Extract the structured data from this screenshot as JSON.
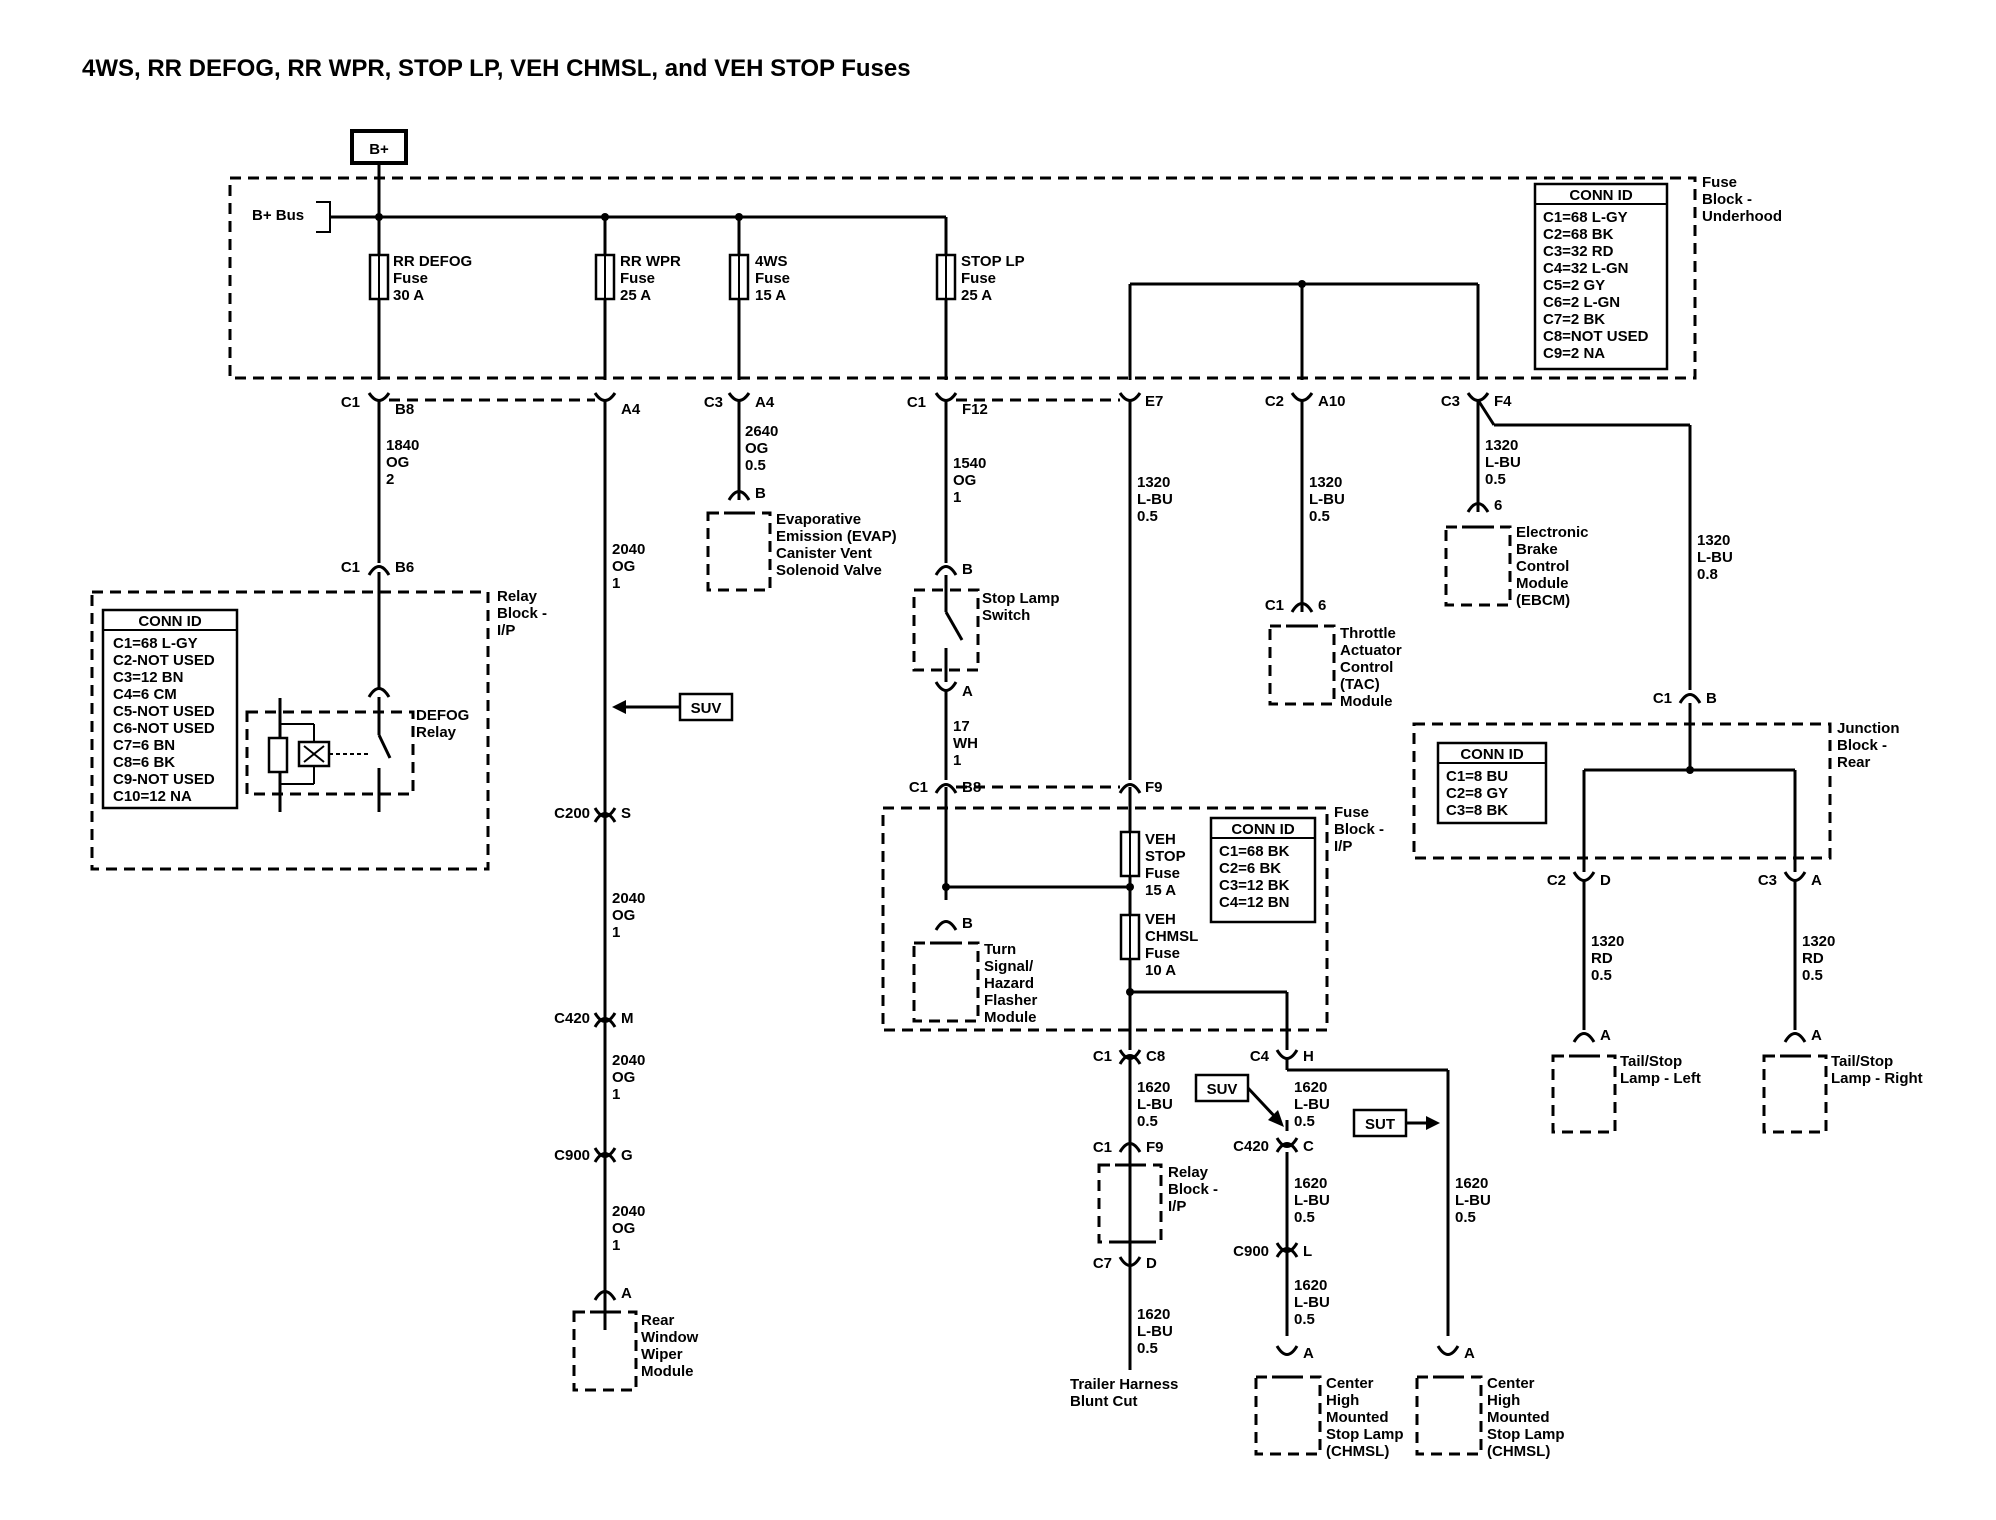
{
  "title": "4WS, RR DEFOG, RR WPR, STOP LP, VEH CHMSL, and VEH STOP Fuses",
  "bplus": "B+",
  "bplus_bus": "B+ Bus",
  "fuse_block_underhood": {
    "label": [
      "Fuse",
      "Block -",
      "Underhood"
    ],
    "conn_id_title": "CONN ID",
    "conn_ids": [
      "C1=68 L-GY",
      "C2=68 BK",
      "C3=32 RD",
      "C4=32 L-GN",
      "C5=2 GY",
      "C6=2 L-GN",
      "C7=2 BK",
      "C8=NOT USED",
      "C9=2 NA"
    ],
    "fuses": [
      {
        "lines": [
          "RR DEFOG",
          "Fuse",
          "30 A"
        ]
      },
      {
        "lines": [
          "RR WPR",
          "Fuse",
          "25 A"
        ]
      },
      {
        "lines": [
          "4WS",
          "Fuse",
          "15 A"
        ]
      },
      {
        "lines": [
          "STOP LP",
          "Fuse",
          "25 A"
        ]
      }
    ]
  },
  "relay_block_ip": {
    "label": [
      "Relay",
      "Block -",
      "I/P"
    ],
    "conn_id_title": "CONN ID",
    "conn_ids": [
      "C1=68 L-GY",
      "C2-NOT USED",
      "C3=12 BN",
      "C4=6 CM",
      "C5-NOT USED",
      "C6-NOT USED",
      "C7=6 BN",
      "C8=6 BK",
      "C9-NOT USED",
      "C10=12 NA"
    ],
    "relay": [
      "DEFOG",
      "Relay"
    ]
  },
  "fuse_block_ip": {
    "label": [
      "Fuse",
      "Block -",
      "I/P"
    ],
    "conn_id_title": "CONN ID",
    "conn_ids": [
      "C1=68 BK",
      "C2=6 BK",
      "C3=12 BK",
      "C4=12 BN"
    ],
    "fuse_stop": [
      "VEH",
      "STOP",
      "Fuse",
      "15 A"
    ],
    "fuse_chmsl": [
      "VEH",
      "CHMSL",
      "Fuse",
      "10 A"
    ]
  },
  "junction_block_rear": {
    "label": [
      "Junction",
      "Block -",
      "Rear"
    ],
    "conn_id_title": "CONN ID",
    "conn_ids": [
      "C1=8 BU",
      "C2=8 GY",
      "C3=8 BK"
    ]
  },
  "connectors": {
    "c1_b8": [
      "C1",
      "B8"
    ],
    "a4": "A4",
    "c3_a4": [
      "C3",
      "A4"
    ],
    "c1_f12": [
      "C1",
      "F12"
    ],
    "e7": "E7",
    "c2_a10": [
      "C2",
      "A10"
    ],
    "c3_f4": [
      "C3",
      "F4"
    ],
    "c1_b6": [
      "C1",
      "B6"
    ],
    "evap_b": "B",
    "stop_b": "B",
    "stop_a": "A",
    "c1_b8_ip": [
      "C1",
      "B8"
    ],
    "f9": "F9",
    "tac": [
      "C1",
      "6"
    ],
    "ebcm": "6",
    "c1_b_jb": [
      "C1",
      "B"
    ],
    "c200": [
      "C200",
      "S"
    ],
    "c420_m": [
      "C420",
      "M"
    ],
    "c900_g": [
      "C900",
      "G"
    ],
    "wiper_a": "A",
    "turn_b": "B",
    "c1_c8": [
      "C1",
      "C8"
    ],
    "c4_h": [
      "C4",
      "H"
    ],
    "c1_f9": [
      "C1",
      "F9"
    ],
    "c7_d": [
      "C7",
      "D"
    ],
    "c420_c": [
      "C420",
      "C"
    ],
    "c900_l": [
      "C900",
      "L"
    ],
    "chmsl1_a": "A",
    "chmsl2_a": "A",
    "c2_d": [
      "C2",
      "D"
    ],
    "c3_a": [
      "C3",
      "A"
    ],
    "tl_left_a": "A",
    "tl_right_a": "A"
  },
  "wires": {
    "w1840": [
      "1840",
      "OG",
      "2"
    ],
    "w2640": [
      "2640",
      "OG",
      "0.5"
    ],
    "w1540": [
      "1540",
      "OG",
      "1"
    ],
    "w1320_e7": [
      "1320",
      "L-BU",
      "0.5"
    ],
    "w1320_a10": [
      "1320",
      "L-BU",
      "0.5"
    ],
    "w1320_f4": [
      "1320",
      "L-BU",
      "0.5"
    ],
    "w1320_jb": [
      "1320",
      "L-BU",
      "0.8"
    ],
    "w2040_a": [
      "2040",
      "OG",
      "1"
    ],
    "w2040_b": [
      "2040",
      "OG",
      "1"
    ],
    "w2040_c": [
      "2040",
      "OG",
      "1"
    ],
    "w2040_d": [
      "2040",
      "OG",
      "1"
    ],
    "w17": [
      "17",
      "WH",
      "1"
    ],
    "w1620_c8": [
      "1620",
      "L-BU",
      "0.5"
    ],
    "w1620_h": [
      "1620",
      "L-BU",
      "0.5"
    ],
    "w1620_c": [
      "1620",
      "L-BU",
      "0.5"
    ],
    "w1620_l": [
      "1620",
      "L-BU",
      "0.5"
    ],
    "w1620_d": [
      "1620",
      "L-BU",
      "0.5"
    ],
    "w1620_sut": [
      "1620",
      "L-BU",
      "0.5"
    ],
    "w1320_rd_left": [
      "1320",
      "RD",
      "0.5"
    ],
    "w1320_rd_right": [
      "1320",
      "RD",
      "0.5"
    ]
  },
  "tags": {
    "suv1": "SUV",
    "suv2": "SUV",
    "sut": "SUT"
  },
  "components": {
    "evap": [
      "Evaporative",
      "Emission (EVAP)",
      "Canister Vent",
      "Solenoid Valve"
    ],
    "stop_switch": [
      "Stop Lamp",
      "Switch"
    ],
    "ebcm": [
      "Electronic",
      "Brake",
      "Control",
      "Module",
      "(EBCM)"
    ],
    "tac": [
      "Throttle",
      "Actuator",
      "Control",
      "(TAC)",
      "Module"
    ],
    "wiper": [
      "Rear",
      "Window",
      "Wiper",
      "Module"
    ],
    "turn": [
      "Turn",
      "Signal/",
      "Hazard",
      "Flasher",
      "Module"
    ],
    "relay_block": [
      "Relay",
      "Block -",
      "I/P"
    ],
    "trailer": [
      "Trailer Harness",
      "Blunt Cut"
    ],
    "chmsl1": [
      "Center",
      "High",
      "Mounted",
      "Stop Lamp",
      "(CHMSL)"
    ],
    "chmsl2": [
      "Center",
      "High",
      "Mounted",
      "Stop Lamp",
      "(CHMSL)"
    ],
    "tail_left": [
      "Tail/Stop",
      "Lamp - Left"
    ],
    "tail_right": [
      "Tail/Stop",
      "Lamp - Right"
    ]
  }
}
